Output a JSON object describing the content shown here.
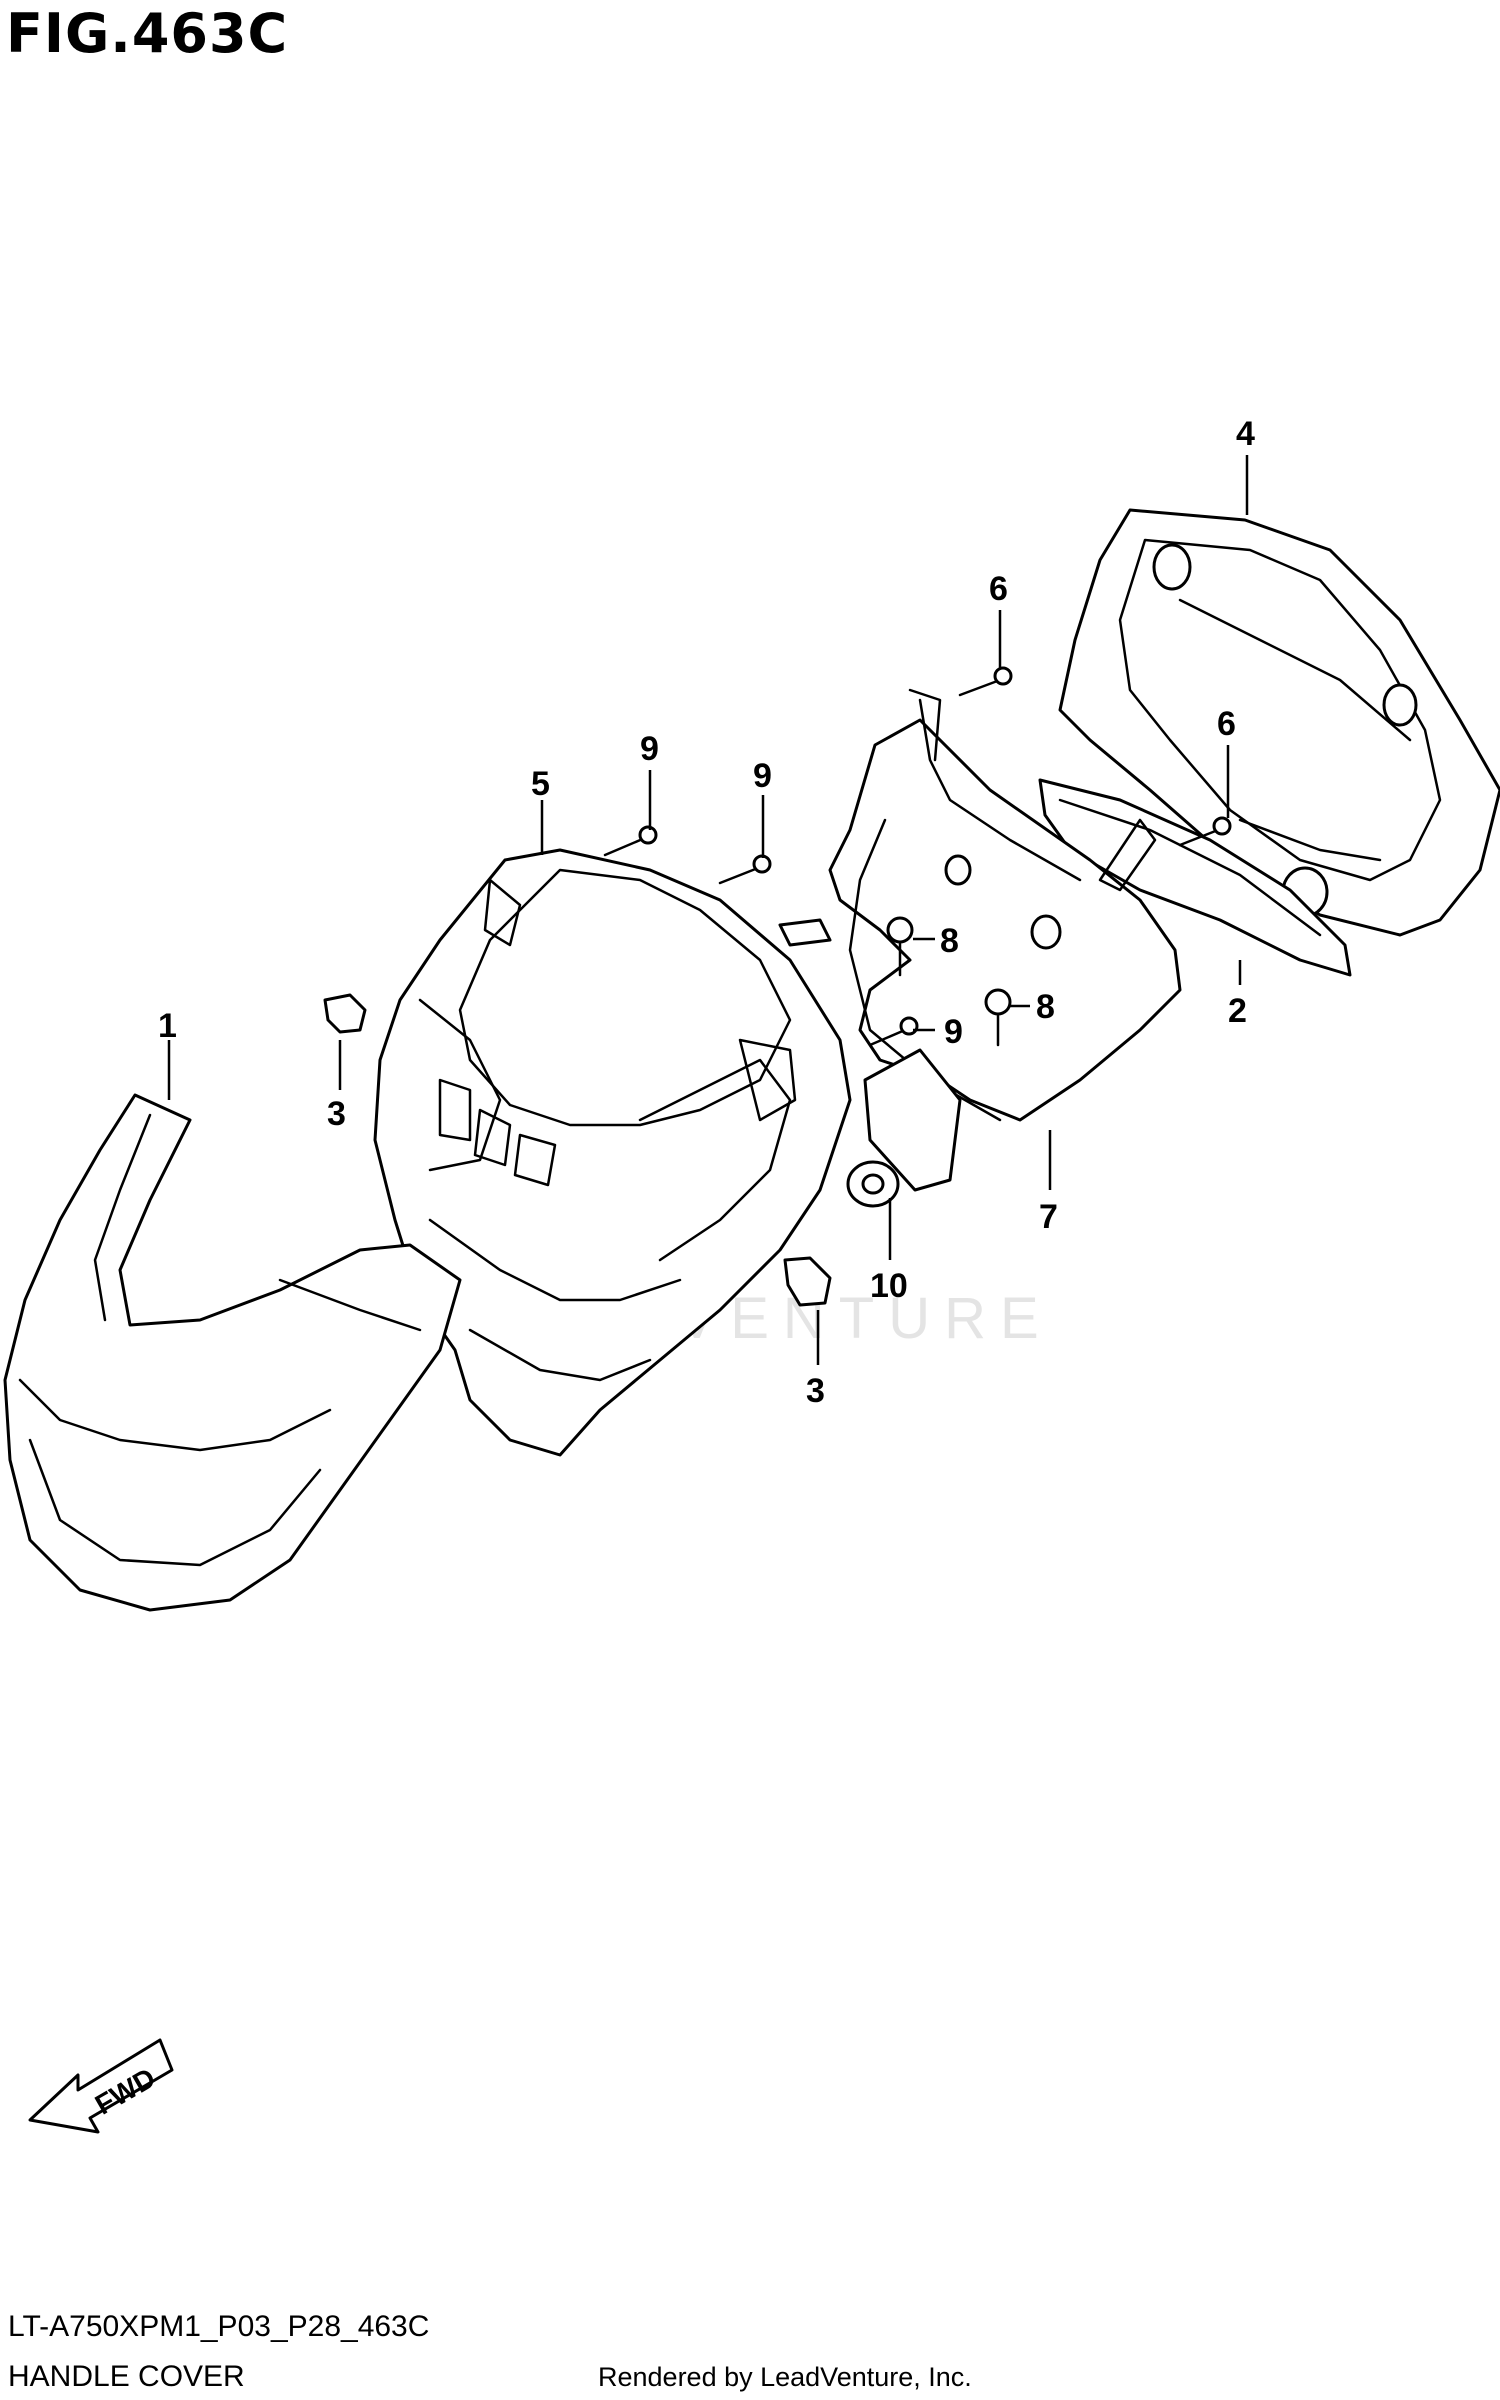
{
  "figure": {
    "title": "FIG.463C"
  },
  "callouts": {
    "c1": "1",
    "c2": "2",
    "c3a": "3",
    "c3b": "3",
    "c4": "4",
    "c5": "5",
    "c6a": "6",
    "c6b": "6",
    "c7": "7",
    "c8a": "8",
    "c8b": "8",
    "c9a": "9",
    "c9b": "9",
    "c9c": "9",
    "c10": "10"
  },
  "fwd_label": "FWD",
  "watermark": "LEADVENTURE",
  "footer": {
    "diagram_code": "LT-A750XPM1_P03_P28_463C",
    "section_name": "HANDLE COVER",
    "rendered_by": "Rendered by LeadVenture, Inc."
  }
}
